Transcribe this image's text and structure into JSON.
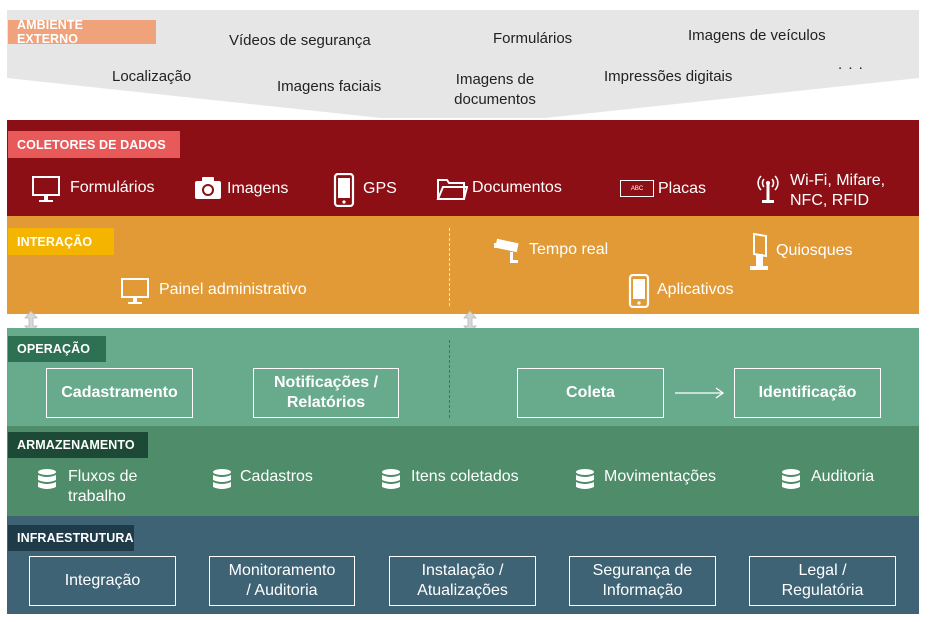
{
  "ambiente": {
    "tag": "AMBIENTE EXTERNO",
    "items": {
      "videos": "Vídeos de segurança",
      "formularios": "Formulários",
      "veiculos": "Imagens de veículos",
      "localizacao": "Localização",
      "faciais": "Imagens faciais",
      "documentos_l1": "Imagens de",
      "documentos_l2": "documentos",
      "digitais": "Impressões digitais",
      "mais": ". . ."
    }
  },
  "coletores": {
    "tag": "COLETORES DE DADOS",
    "items": [
      {
        "label": "Formulários",
        "icon": "monitor-icon"
      },
      {
        "label": "Imagens",
        "icon": "camera-icon"
      },
      {
        "label": "GPS",
        "icon": "smartphone-icon"
      },
      {
        "label": "Documentos",
        "icon": "folder-icon"
      },
      {
        "label": "Placas",
        "icon": "license-plate-icon",
        "icon_text": "ABC"
      },
      {
        "label_l1": "Wi-Fi, Mifare,",
        "label_l2": "NFC, RFID",
        "icon": "antenna-icon"
      }
    ]
  },
  "interacao": {
    "tag": "INTERAÇÃO",
    "items": {
      "painel": "Painel administrativo",
      "tempo_real": "Tempo real",
      "quiosques": "Quiosques",
      "aplicativos": "Aplicativos"
    }
  },
  "operacao": {
    "tag": "OPERAÇÃO",
    "boxes": {
      "cadastramento": "Cadastramento",
      "notificacoes_l1": "Notificações /",
      "notificacoes_l2": "Relatórios",
      "coleta": "Coleta",
      "identificacao": "Identificação"
    }
  },
  "armazenamento": {
    "tag": "ARMAZENAMENTO",
    "items": [
      {
        "label_l1": "Fluxos de",
        "label_l2": "trabalho"
      },
      {
        "label": "Cadastros"
      },
      {
        "label": "Itens coletados"
      },
      {
        "label": "Movimentações"
      },
      {
        "label": "Auditoria"
      }
    ]
  },
  "infraestrutura": {
    "tag": "INFRAESTRUTURA",
    "boxes": [
      {
        "label": "Integração"
      },
      {
        "label_l1": "Monitoramento",
        "label_l2": "/ Auditoria"
      },
      {
        "label_l1": "Instalação /",
        "label_l2": "Atualizações"
      },
      {
        "label_l1": "Segurança de",
        "label_l2": "Informação"
      },
      {
        "label_l1": "Legal /",
        "label_l2": "Regulatória"
      }
    ]
  },
  "colors": {
    "ambiente_tag": "#F0A27A",
    "coletores": "#8B0F14",
    "coletores_tag": "#E85A5A",
    "interacao": "#E19A35",
    "interacao_tag": "#F4B400",
    "operacao": "#68AB8C",
    "operacao_tag": "#2E7052",
    "armazenamento": "#4E8C6A",
    "armazenamento_tag": "#1D4A36",
    "infraestrutura": "#3E6375",
    "infraestrutura_tag": "#1F3A48"
  }
}
